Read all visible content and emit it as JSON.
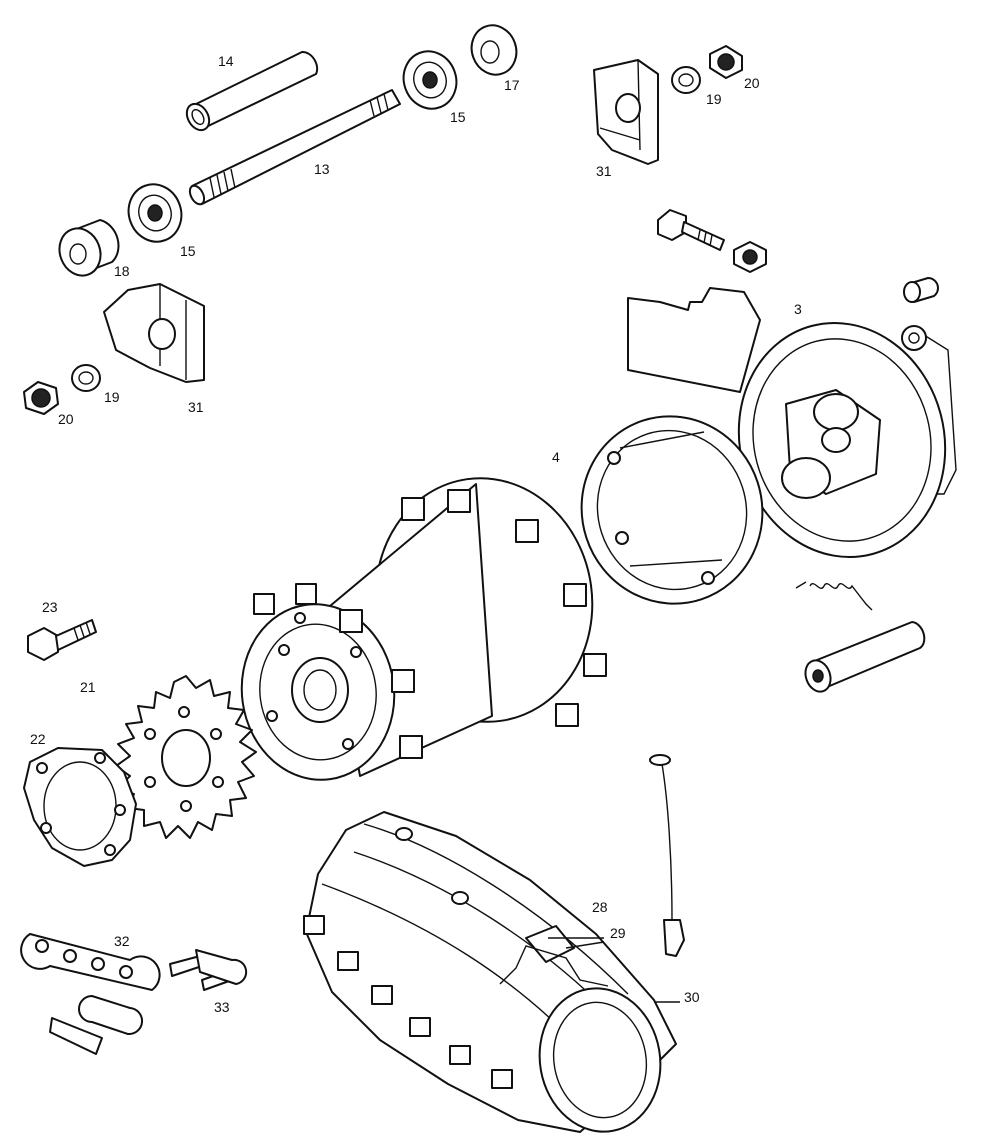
{
  "labels": {
    "p14": "14",
    "p13": "13",
    "p15a": "15",
    "p15b": "15",
    "p17": "17",
    "p18": "18",
    "p31a": "31",
    "p31b": "31",
    "p19a": "19",
    "p19b": "19",
    "p20a": "20",
    "p20b": "20",
    "p3": "3",
    "p4": "4",
    "p23": "23",
    "p21": "21",
    "p22": "22",
    "p28": "28",
    "p29": "29",
    "p30": "30",
    "p32": "32",
    "p33": "33"
  },
  "colors": {
    "line": "#111111",
    "background": "#ffffff"
  }
}
